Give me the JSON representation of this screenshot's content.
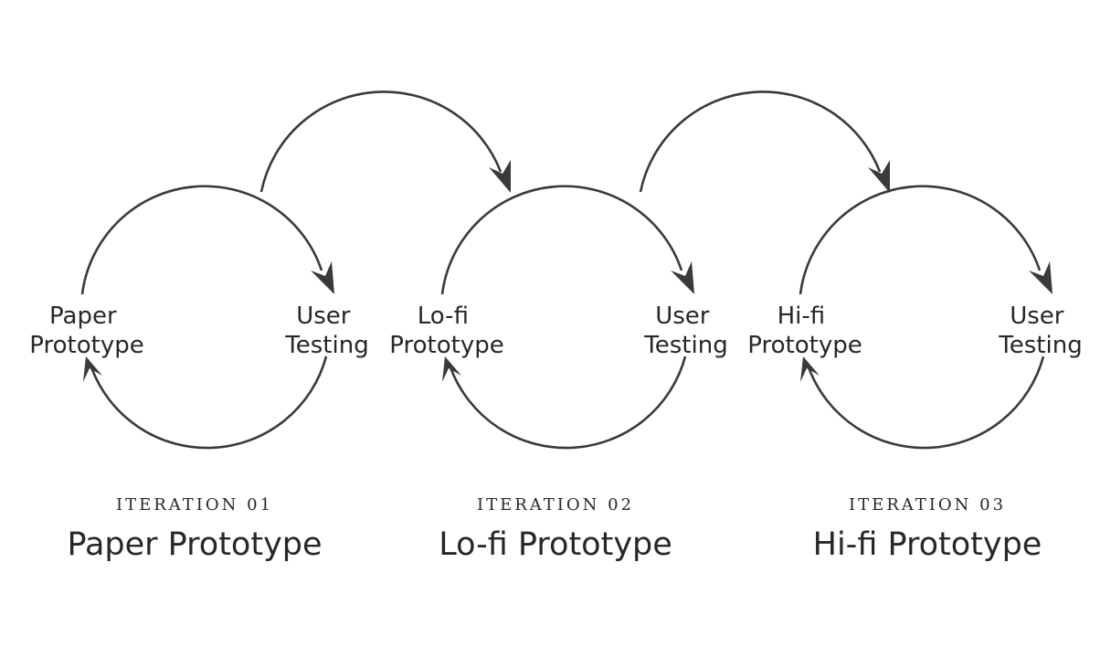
{
  "iterations": [
    {
      "iteration_label": "ITERATION 01",
      "title": "Paper Prototype",
      "left_node": [
        "Paper",
        "Prototype"
      ],
      "right_node": [
        "User",
        "Testing"
      ]
    },
    {
      "iteration_label": "ITERATION 02",
      "title": "Lo-fi Prototype",
      "left_node": [
        "Lo-fi",
        "Prototype"
      ],
      "right_node": [
        "User",
        "Testing"
      ]
    },
    {
      "iteration_label": "ITERATION 03",
      "title": "Hi-fi Prototype",
      "left_node": [
        "Hi-fi",
        "Prototype"
      ],
      "right_node": [
        "User",
        "Testing"
      ]
    }
  ],
  "colors": {
    "stroke": "#3a3a3c",
    "text": "#2a2628",
    "background": "#ffffff"
  }
}
